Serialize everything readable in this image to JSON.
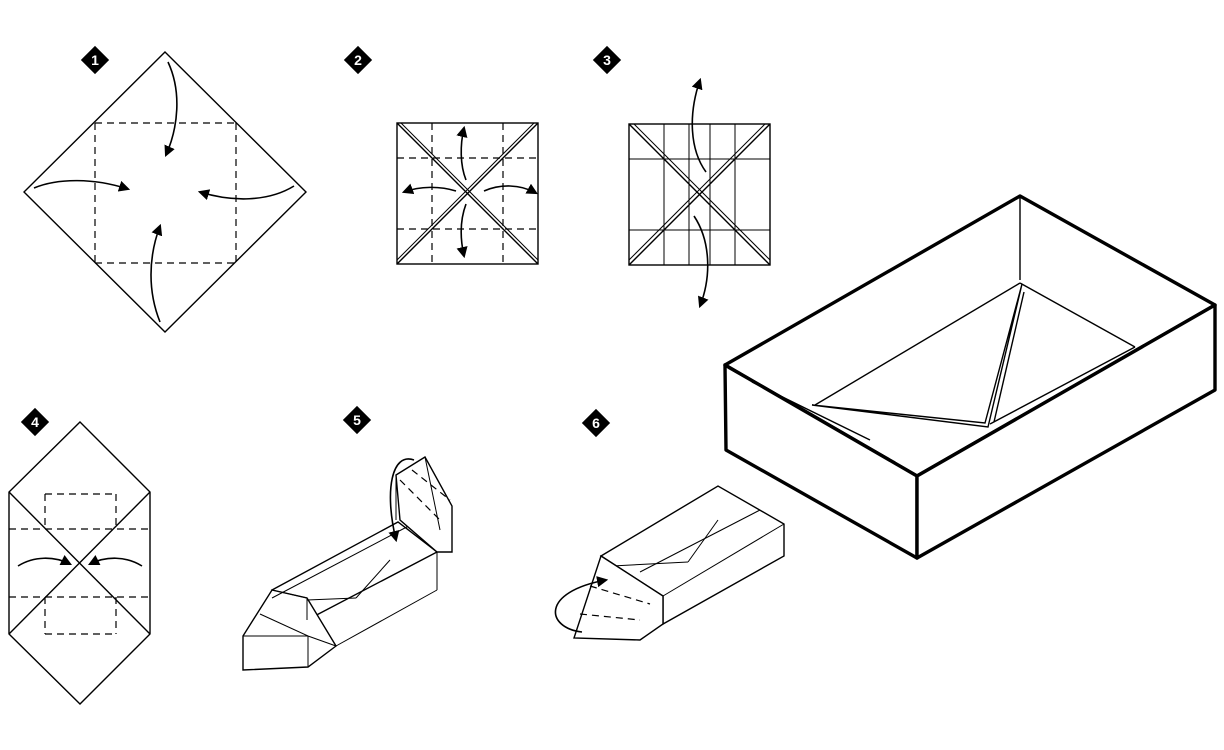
{
  "steps": [
    {
      "number": "1"
    },
    {
      "number": "2"
    },
    {
      "number": "3"
    },
    {
      "number": "4"
    },
    {
      "number": "5"
    },
    {
      "number": "6"
    }
  ],
  "colors": {
    "line": "#000000",
    "background": "#ffffff",
    "badge": "#000000",
    "badge_text": "#ffffff"
  }
}
